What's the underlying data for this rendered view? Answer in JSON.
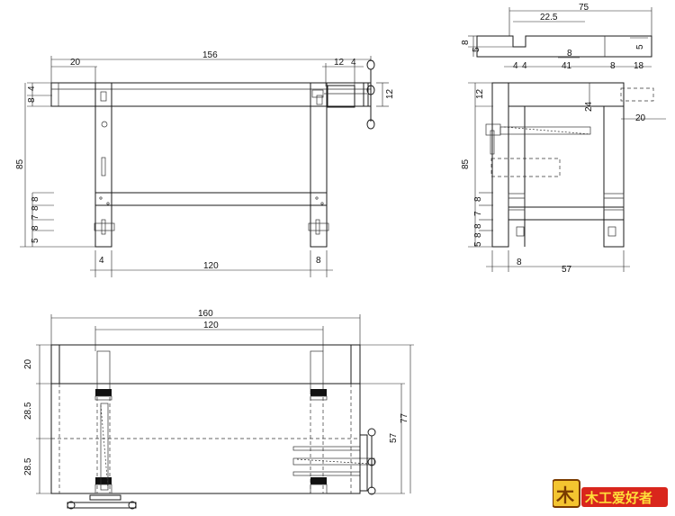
{
  "front_view": {
    "overall_width": "156",
    "top_left_offset": "20",
    "vise_offset_a": "12",
    "vise_offset_b": "4",
    "top_thickness": "12",
    "top_a": "4",
    "top_b": "8",
    "height": "85",
    "rail_a": "8",
    "rail_b": "8",
    "rail_c": "7",
    "rail_d": "8",
    "rail_e": "5",
    "leg_left": "4",
    "leg_span": "120",
    "leg_right": "8"
  },
  "side_view": {
    "overall_depth": "75",
    "groove_pos": "22.5",
    "groove_width": "8",
    "top_a": "8",
    "top_b": "5",
    "top_c": "5",
    "seg_1": "4",
    "seg_2": "4",
    "seg_3": "41",
    "seg_4": "8",
    "seg_5": "18",
    "apron": "12",
    "apron_depth": "24",
    "overhang": "20",
    "height": "85",
    "rail_a": "8",
    "rail_b": "7",
    "rail_c": "8",
    "rail_d": "8",
    "rail_e": "5",
    "leg_thick": "8",
    "leg_span": "57"
  },
  "top_view": {
    "overall_width": "160",
    "leg_span": "120",
    "front_board": "20",
    "mid_a": "28.5",
    "mid_b": "28.5",
    "inner_depth": "57",
    "overall_depth": "77"
  },
  "logo": {
    "text": "木工爱好者"
  }
}
